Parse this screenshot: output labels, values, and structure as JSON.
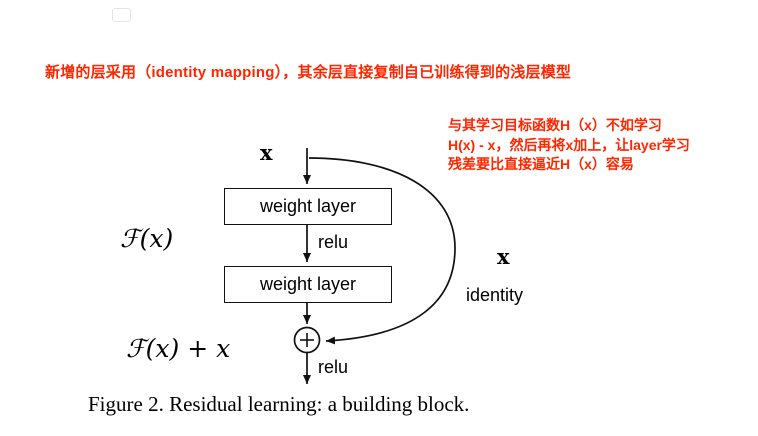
{
  "colors": {
    "accent": "#ff2600",
    "ink": "#111111"
  },
  "annotations": {
    "top_note": "新增的层采用（identity mapping），其余层直接复制自已训练得到的浅层模型",
    "side_note_lines": [
      "与其学习目标函数H（x）不如学习",
      "H(x) - x，然后再将x加上，让layer学习",
      "残差要比直接逼近H（x）容易"
    ]
  },
  "diagram": {
    "input_label": "x",
    "weight_layer_top": "weight layer",
    "relu_mid": "relu",
    "residual_function_label": "ℱ(x)",
    "weight_layer_bottom": "weight layer",
    "skip_label_x": "x",
    "skip_label_identity": "identity",
    "sum_output_label": "ℱ(x) + x",
    "relu_out": "relu"
  },
  "caption": "Figure 2. Residual learning: a building block."
}
